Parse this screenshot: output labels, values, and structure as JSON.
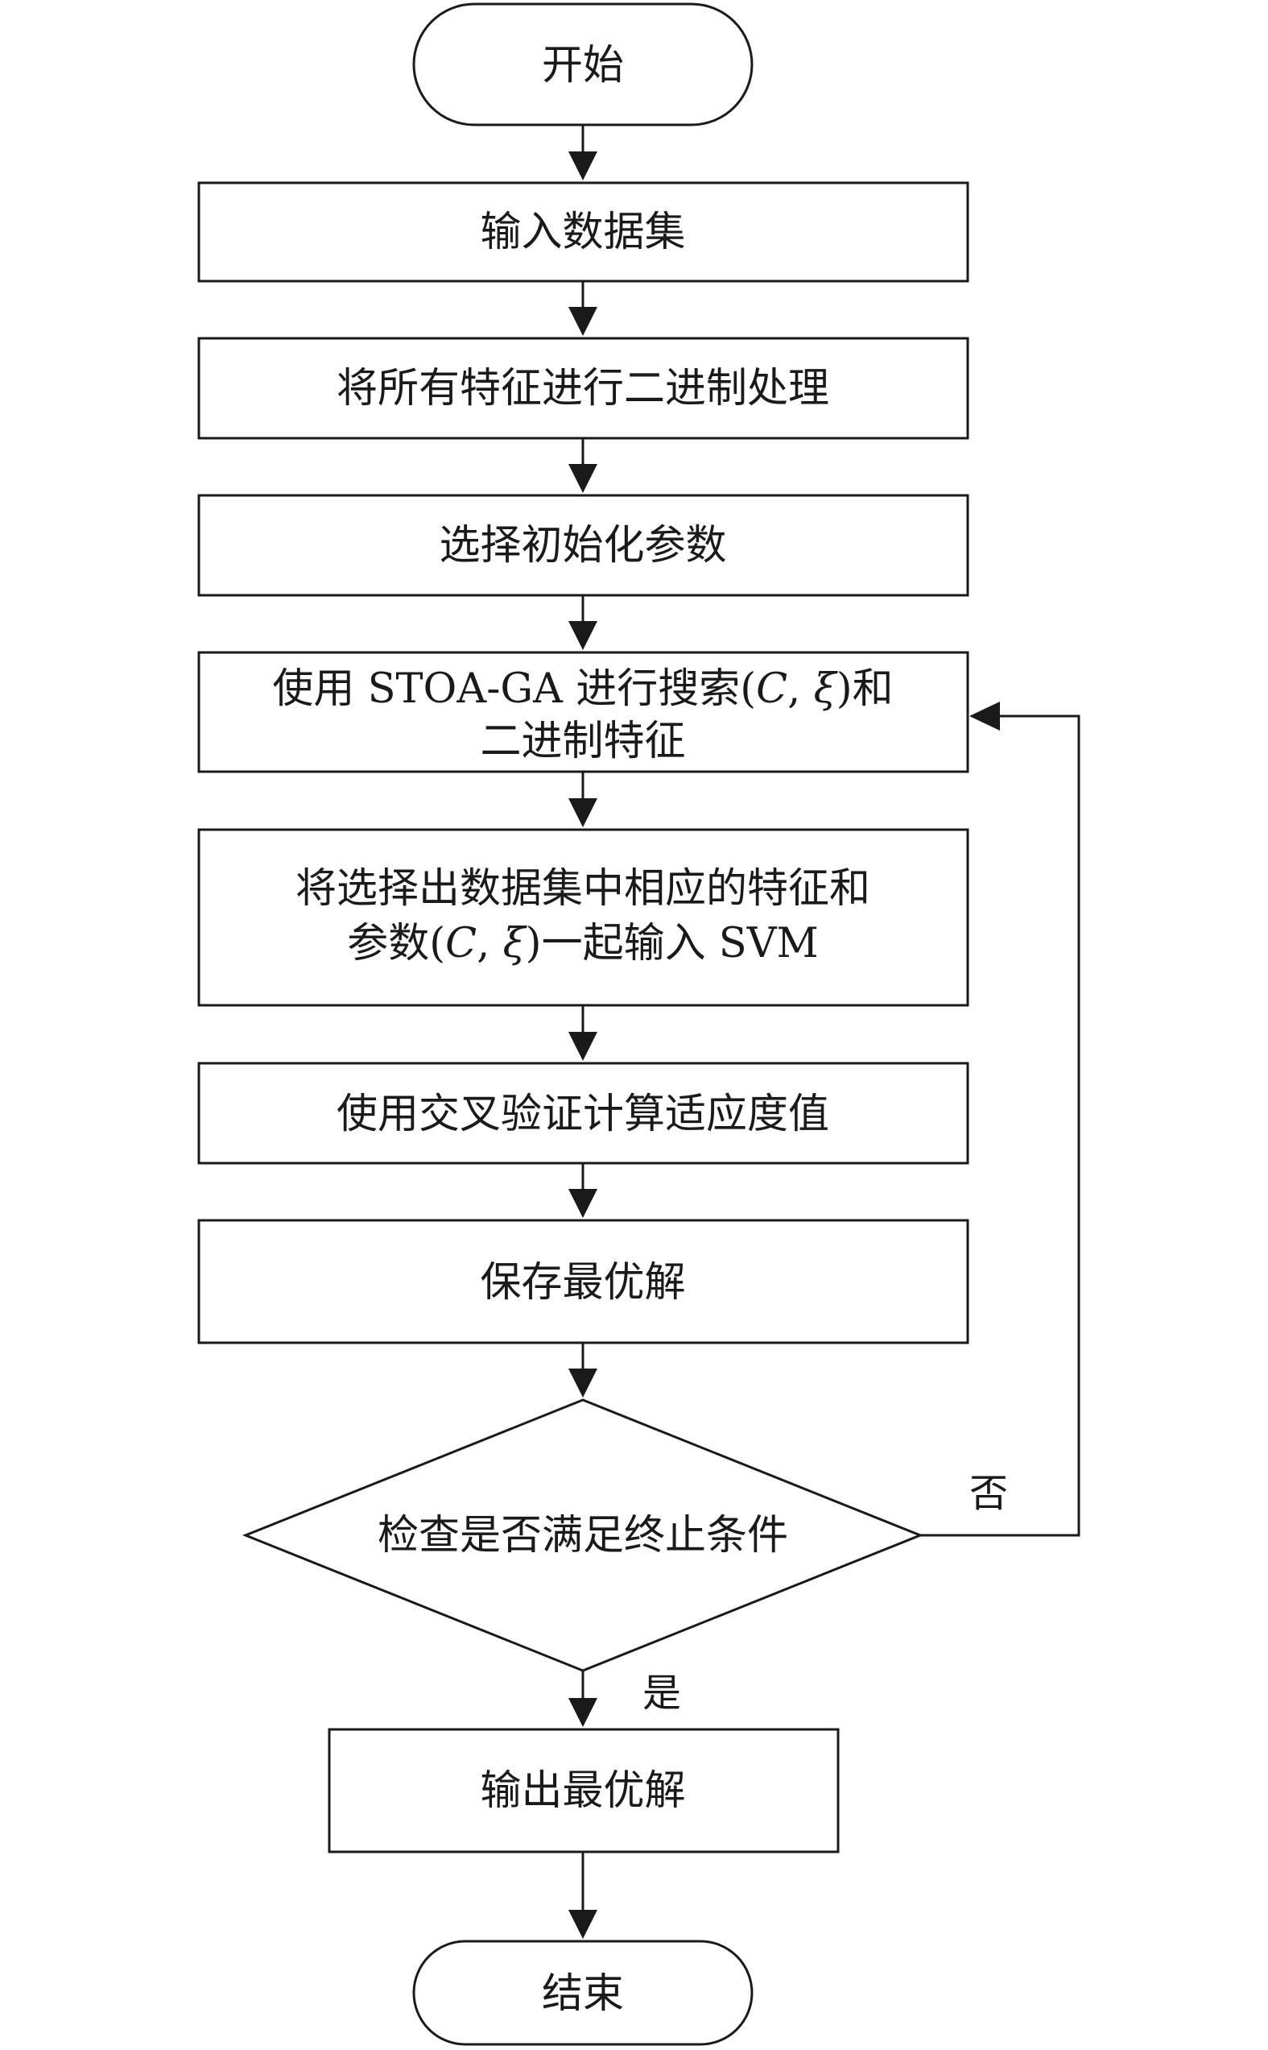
{
  "flowchart": {
    "start": "开始",
    "step1": "输入数据集",
    "step2": "将所有特征进行二进制处理",
    "step3": "选择初始化参数",
    "step4": {
      "line1_prefix": "使用 STOA-GA 进行搜索(",
      "var_c": "C",
      "comma": ", ",
      "var_xi": "ξ",
      "line1_suffix": ")和",
      "line2": "二进制特征"
    },
    "step5": {
      "line1": "将选择出数据集中相应的特征和",
      "line2_prefix": "参数(",
      "var_c": "C",
      "comma": ", ",
      "var_xi": "ξ",
      "line2_suffix": ")一起输入 SVM"
    },
    "step6": "使用交叉验证计算适应度值",
    "step7": "保存最优解",
    "decision": "检查是否满足终止条件",
    "label_no": "否",
    "label_yes": "是",
    "step8": "输出最优解",
    "end": "结束"
  }
}
